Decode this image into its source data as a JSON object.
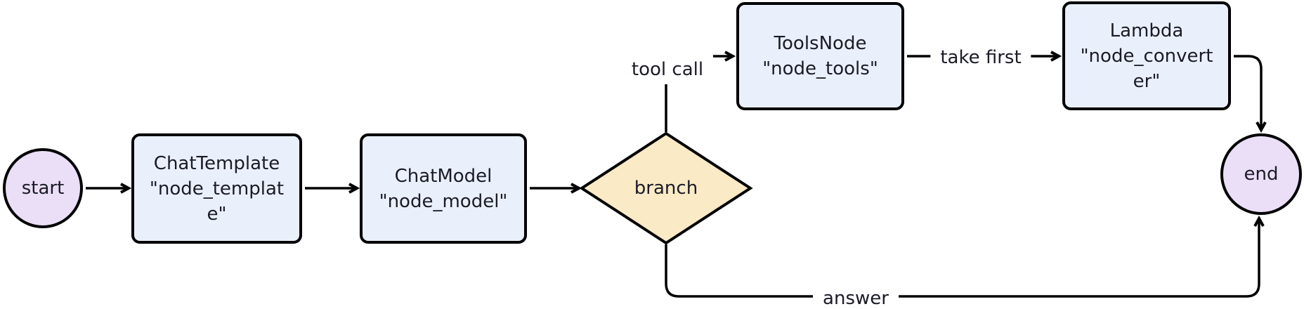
{
  "colors": {
    "background": "#ffffff",
    "stroke": "#000000",
    "text": "#1b1b27",
    "process_fill": "#eaf0fb",
    "terminal_fill": "#ebdff7",
    "decision_fill": "#faeac6"
  },
  "nodes": {
    "start": {
      "type": "terminal",
      "label": "start"
    },
    "template": {
      "type": "process",
      "label": "ChatTemplate\n\"node_templat\ne\""
    },
    "model": {
      "type": "process",
      "label": "ChatModel\n\"node_model\""
    },
    "branch": {
      "type": "decision",
      "label": "branch"
    },
    "tools": {
      "type": "process",
      "label": "ToolsNode\n\"node_tools\""
    },
    "converter": {
      "type": "process",
      "label": "Lambda\n\"node_convert\ner\""
    },
    "end": {
      "type": "terminal",
      "label": "end"
    }
  },
  "edges": {
    "start_template": {
      "from": "start",
      "to": "template",
      "label": ""
    },
    "template_model": {
      "from": "template",
      "to": "model",
      "label": ""
    },
    "model_branch": {
      "from": "model",
      "to": "branch",
      "label": ""
    },
    "tool_call": {
      "from": "branch",
      "to": "tools",
      "label": "tool call"
    },
    "take_first": {
      "from": "tools",
      "to": "converter",
      "label": "take first"
    },
    "converter_end": {
      "from": "converter",
      "to": "end",
      "label": ""
    },
    "answer": {
      "from": "branch",
      "to": "end",
      "label": "answer"
    }
  }
}
